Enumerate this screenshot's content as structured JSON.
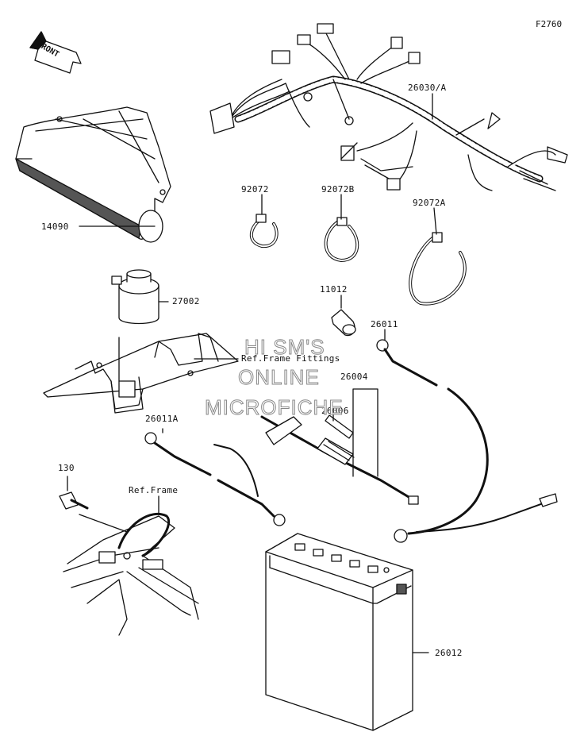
{
  "figure_code": "F2760",
  "front_label": "FRONT",
  "watermark": [
    "HI SM'S",
    "ONLINE",
    "MICROFICHE"
  ],
  "parts": [
    {
      "id": "p26030A",
      "label": "26030/A"
    },
    {
      "id": "p14090",
      "label": "14090"
    },
    {
      "id": "p92072",
      "label": "92072"
    },
    {
      "id": "p92072B",
      "label": "92072B"
    },
    {
      "id": "p92072A",
      "label": "92072A"
    },
    {
      "id": "p27002",
      "label": "27002"
    },
    {
      "id": "p11012",
      "label": "11012"
    },
    {
      "id": "p26011",
      "label": "26011"
    },
    {
      "id": "pRefFrameFittings",
      "label": "Ref.Frame Fittings"
    },
    {
      "id": "p26004",
      "label": "26004"
    },
    {
      "id": "p26006",
      "label": "26006"
    },
    {
      "id": "p26011A",
      "label": "26011A"
    },
    {
      "id": "p130",
      "label": "130"
    },
    {
      "id": "pRefFrame",
      "label": "Ref.Frame"
    },
    {
      "id": "p26012",
      "label": "26012"
    }
  ]
}
